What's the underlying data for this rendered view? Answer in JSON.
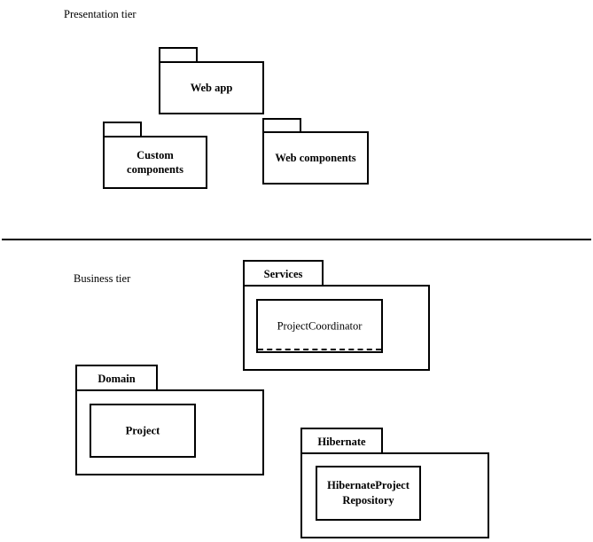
{
  "presentation": {
    "label": "Presentation tier",
    "web_app": "Web app",
    "custom_components": "Custom\ncomponents",
    "web_components": "Web components"
  },
  "business": {
    "label": "Business tier",
    "services": {
      "title": "Services",
      "class": "ProjectCoordinator"
    },
    "domain": {
      "title": "Domain",
      "class": "Project"
    },
    "hibernate": {
      "title": "Hibernate",
      "class": "HibernateProject\nRepository"
    }
  }
}
